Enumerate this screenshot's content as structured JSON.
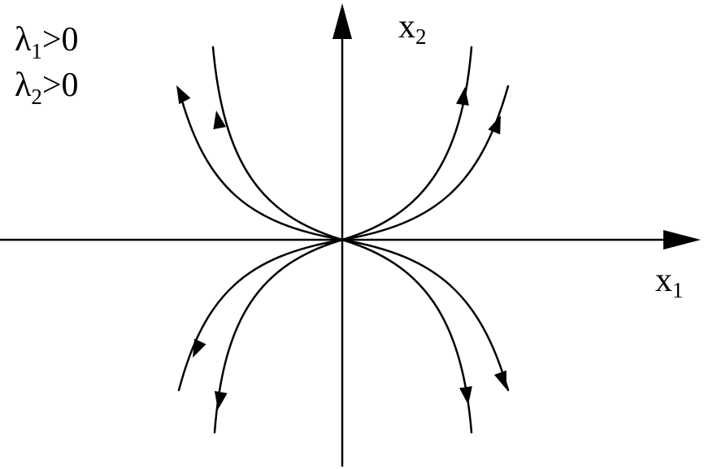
{
  "eigen_conditions": [
    {
      "symbol": "λ",
      "subscript": "1",
      "relation": ">0"
    },
    {
      "symbol": "λ",
      "subscript": "2",
      "relation": ">0"
    }
  ],
  "axes": {
    "x": {
      "symbol": "x",
      "subscript": "1"
    },
    "y": {
      "symbol": "x",
      "subscript": "2"
    }
  },
  "node": {
    "type": "unstable-node",
    "flow_direction": "outward"
  },
  "trajectory_count": 8
}
